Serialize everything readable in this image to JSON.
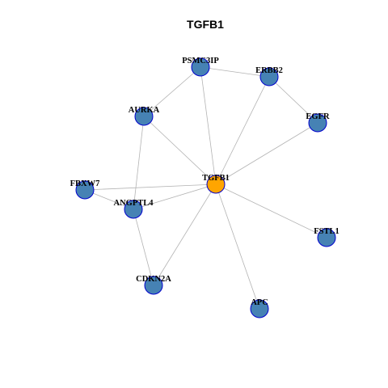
{
  "title": "TGFB1",
  "colors": {
    "hub_fill": "#FFA500",
    "node_fill": "#4682B4",
    "node_stroke": "#0000CD",
    "hub_stroke": "#0000CD",
    "edge": "#B3B3B3"
  },
  "nodes": [
    {
      "id": "TGFB1",
      "label": "TGFB1",
      "hub": true
    },
    {
      "id": "PSMC3IP",
      "label": "PSMC3IP",
      "hub": false
    },
    {
      "id": "ERBB2",
      "label": "ERBB2",
      "hub": false
    },
    {
      "id": "AURKA",
      "label": "AURKA",
      "hub": false
    },
    {
      "id": "EGFR",
      "label": "EGFR",
      "hub": false
    },
    {
      "id": "FBXW7",
      "label": "FBXW7",
      "hub": false
    },
    {
      "id": "ANGPTL4",
      "label": "ANGPTL4",
      "hub": false
    },
    {
      "id": "FSTL1",
      "label": "FSTL1",
      "hub": false
    },
    {
      "id": "CDKN2A",
      "label": "CDKN2A",
      "hub": false
    },
    {
      "id": "APC",
      "label": "APC",
      "hub": false
    }
  ],
  "edges": [
    [
      "TGFB1",
      "PSMC3IP"
    ],
    [
      "TGFB1",
      "ERBB2"
    ],
    [
      "TGFB1",
      "AURKA"
    ],
    [
      "TGFB1",
      "EGFR"
    ],
    [
      "TGFB1",
      "FBXW7"
    ],
    [
      "TGFB1",
      "ANGPTL4"
    ],
    [
      "TGFB1",
      "FSTL1"
    ],
    [
      "TGFB1",
      "CDKN2A"
    ],
    [
      "TGFB1",
      "APC"
    ],
    [
      "PSMC3IP",
      "ERBB2"
    ],
    [
      "PSMC3IP",
      "AURKA"
    ],
    [
      "ERBB2",
      "EGFR"
    ],
    [
      "AURKA",
      "ANGPTL4"
    ],
    [
      "FBXW7",
      "ANGPTL4"
    ],
    [
      "ANGPTL4",
      "CDKN2A"
    ]
  ]
}
